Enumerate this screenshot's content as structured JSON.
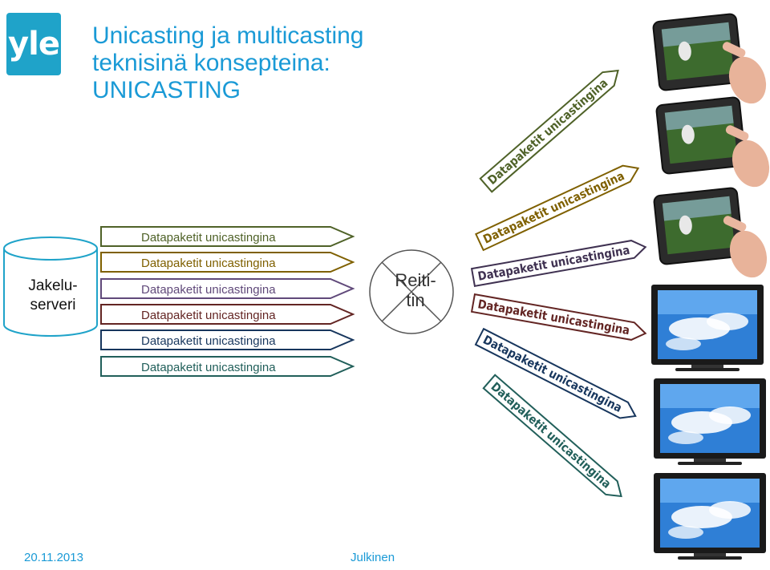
{
  "logo": {
    "text": "yle"
  },
  "title": {
    "line1": "Unicasting ja multicasting",
    "line2": "teknisinä konsepteina:",
    "line3": "UNICASTING"
  },
  "server": {
    "line1": "Jakelu-",
    "line2": "serveri"
  },
  "router": {
    "line1": "Reiti-",
    "line2": "tin"
  },
  "left_arrows": [
    {
      "label": "Datapaketit unicastingina",
      "color": "#4f6228"
    },
    {
      "label": "Datapaketit unicastingina",
      "color": "#7f6000"
    },
    {
      "label": "Datapaketit unicastingina",
      "color": "#60497a"
    },
    {
      "label": "Datapaketit unicastingina",
      "color": "#632523"
    },
    {
      "label": "Datapaketit unicastingina",
      "color": "#17365d"
    },
    {
      "label": "Datapaketit unicastingina",
      "color": "#215f5a"
    }
  ],
  "right_arrows": [
    {
      "label": "Datapaketit unicastingina",
      "color": "#4f6228"
    },
    {
      "label": "Datapaketit unicastingina",
      "color": "#7f6000"
    },
    {
      "label": "Datapaketit unicastingina",
      "color": "#3f3151"
    },
    {
      "label": "Datapaketit unicastingina",
      "color": "#632523"
    },
    {
      "label": "Datapaketit unicastingina",
      "color": "#17365d"
    },
    {
      "label": "Datapaketit unicastingina",
      "color": "#215f5a"
    }
  ],
  "devices": [
    {
      "type": "tablet-icon"
    },
    {
      "type": "tablet-icon"
    },
    {
      "type": "tablet-icon"
    },
    {
      "type": "tv-icon"
    },
    {
      "type": "tv-icon"
    },
    {
      "type": "tv-icon"
    }
  ],
  "footer": {
    "date": "20.11.2013",
    "classification": "Julkinen"
  }
}
